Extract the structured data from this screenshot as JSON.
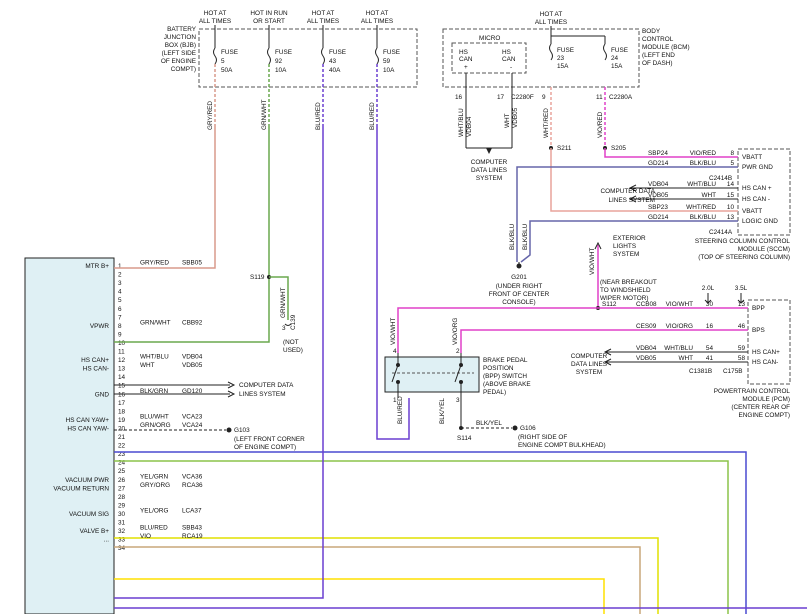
{
  "fuse_panel": {
    "bjb_title_lines": [
      "BATTERY",
      "JUNCTION",
      "BOX (BJB)",
      "(LEFT SIDE",
      "OF ENGINE",
      "COMPT)"
    ],
    "fuses": [
      {
        "header": [
          "HOT AT",
          "ALL TIMES"
        ],
        "label": [
          "FUSE",
          "5",
          "50A"
        ],
        "wire_color": "GRY/RED"
      },
      {
        "header": [
          "HOT IN RUN",
          "OR START"
        ],
        "label": [
          "FUSE",
          "92",
          "10A"
        ],
        "wire_color": "GRN/WHT"
      },
      {
        "header": [
          "HOT AT",
          "ALL TIMES"
        ],
        "label": [
          "FUSE",
          "43",
          "40A"
        ],
        "wire_color": "BLU/RED"
      },
      {
        "header": [
          "HOT AT",
          "ALL TIMES"
        ],
        "label": [
          "FUSE",
          "59",
          "10A"
        ],
        "wire_color": "BLU/RED"
      }
    ]
  },
  "bcm": {
    "header": [
      "HOT AT",
      "ALL TIMES"
    ],
    "title_lines": [
      "BODY",
      "CONTROL",
      "MODULE (BCM)",
      "(LEFT END",
      "OF DASH)"
    ],
    "micro_label": "MICRO",
    "hs_can_plus": [
      "HS",
      "CAN"
    ],
    "hs_can_minus": [
      "HS",
      "CAN"
    ],
    "plus_sign": "+",
    "minus_sign": "-",
    "fuse23": [
      "FUSE",
      "23",
      "15A"
    ],
    "fuse24": [
      "FUSE",
      "24",
      "15A"
    ],
    "pins": [
      "16",
      "17",
      "9",
      "11"
    ],
    "conn_f": "C2280F",
    "conn_a": "C2280A",
    "wire_labels": [
      "WHT/BLU",
      "VDB04",
      "WHT",
      "VDB05",
      "WHT/RED",
      "VIO/RED"
    ],
    "lines_system": [
      "COMPUTER",
      "DATA LINES",
      "SYSTEM"
    ],
    "splices": [
      "S211",
      "S205"
    ]
  },
  "sccm": {
    "rows": [
      {
        "circuit": "SBP24",
        "color": "VIO/RED",
        "pin": "8",
        "name": "VBATT"
      },
      {
        "circuit": "GD214",
        "color": "BLK/BLU",
        "pin": "5",
        "name": "PWR GND"
      },
      {
        "circuit": "VDB04",
        "color": "WHT/BLU",
        "pin": "14",
        "name": "HS CAN +"
      },
      {
        "circuit": "VDB05",
        "color": "WHT",
        "pin": "15",
        "name": "HS CAN -"
      },
      {
        "circuit": "SBP23",
        "color": "WHT/RED",
        "pin": "10",
        "name": "VBATT"
      },
      {
        "circuit": "GD214",
        "color": "BLK/BLU",
        "pin": "13",
        "name": "LOGIC GND"
      }
    ],
    "conn_b": "C2414B",
    "conn_a": "C2414A",
    "data_lines": [
      "COMPUTER DATA",
      "LINES SYSTEM"
    ],
    "title_lines": [
      "STEERING COLUMN CONTROL",
      "MODULE (SCCM)",
      "(TOP OF STEERING COLUMN)"
    ],
    "ground_wires": [
      "BLK/BLU",
      "BLK/BLU"
    ],
    "ground": "G201",
    "ground_desc": [
      "(UNDER RIGHT",
      "FRONT OF CENTER",
      "CONSOLE)"
    ]
  },
  "exterior": {
    "label": [
      "EXTERIOR",
      "LIGHTS",
      "SYSTEM"
    ],
    "wire": "VIO/WHT",
    "splice": "S112",
    "note": [
      "(NEAR BREAKOUT",
      "TO WINDSHIELD",
      "WIPER MOTOR)"
    ]
  },
  "pcm": {
    "engine_a": "2.0L",
    "engine_b": "3.5L",
    "rows": [
      {
        "circuit": "CCB08",
        "color": "VIO/WHT",
        "pin_a": "30",
        "pin_b": "13",
        "name": "BPP"
      },
      {
        "circuit": "CES09",
        "color": "VIO/ORG",
        "pin_a": "16",
        "pin_b": "46",
        "name": "BPS"
      },
      {
        "circuit": "VDB04",
        "color": "WHT/BLU",
        "pin_a": "54",
        "pin_b": "59",
        "name": "HS CAN+"
      },
      {
        "circuit": "VDB05",
        "color": "WHT",
        "pin_a": "41",
        "pin_b": "58",
        "name": "HS CAN-"
      }
    ],
    "conn_a": "C1381B",
    "conn_b": "C175B",
    "data_lines": [
      "COMPUTER",
      "DATA LINES",
      "SYSTEM"
    ],
    "title_lines": [
      "POWERTRAIN CONTROL",
      "MODULE (PCM)",
      "(CENTER REAR OF",
      "ENGINE COMPT)"
    ]
  },
  "bpp": {
    "wire_left": "VIO/WHT",
    "wire_right": "VIO/ORG",
    "pin_top_left": "4",
    "pin_top_right": "2",
    "pin_bot_left": "1",
    "pin_bot_right": "3",
    "title_lines": [
      "BRAKE PEDAL",
      "POSITION",
      "(BPP) SWITCH",
      "(ABOVE BRAKE",
      "PEDAL)"
    ],
    "wire_bot_left": "BLU/RED",
    "wire_bot_right": "BLK/YEL",
    "splice": "S114",
    "ground_wire": "BLK/YEL",
    "ground": "G106",
    "ground_desc": [
      "(RIGHT SIDE OF",
      "ENGINE COMPT BULKHEAD)"
    ]
  },
  "left_module": {
    "pin_labels": {
      "1": "MTR B+",
      "8": "VPWR",
      "12": "HS CAN+",
      "13": "HS CAN-",
      "16": "GND",
      "19": "HS CAN YAW+",
      "20": "HS CAN YAW-",
      "26": "VACUUM PWR",
      "27": "VACUUM RETURN",
      "30": "VACUUM SIG",
      "32": "VALVE B+",
      "33": "..."
    },
    "wires": [
      {
        "pin": "1",
        "color": "GRY/RED",
        "circuit": "SBB05"
      },
      {
        "pin": "8",
        "color": "GRN/WHT",
        "circuit": "CBB92"
      },
      {
        "pin": "12",
        "color": "WHT/BLU",
        "circuit": "VDB04"
      },
      {
        "pin": "13",
        "color": "WHT",
        "circuit": "VDB05"
      },
      {
        "pin": "16",
        "color": "BLK/GRN",
        "circuit": "GD120"
      },
      {
        "pin": "19",
        "color": "BLU/WHT",
        "circuit": "VCA23"
      },
      {
        "pin": "20",
        "color": "GRN/ORG",
        "circuit": "VCA24"
      },
      {
        "pin": "26",
        "color": "YEL/GRN",
        "circuit": "VCA36"
      },
      {
        "pin": "27",
        "color": "GRY/ORG",
        "circuit": "RCA36"
      },
      {
        "pin": "30",
        "color": "YEL/ORG",
        "circuit": "LCA37"
      },
      {
        "pin": "32",
        "color": "BLU/RED",
        "circuit": "SBB43"
      },
      {
        "pin": "33",
        "color": "VIO",
        "circuit": "RCA19"
      }
    ],
    "data_lines": [
      "COMPUTER DATA",
      "LINES SYSTEM"
    ],
    "s119": "S119",
    "c139": "C139",
    "c139_pin": "3",
    "c139_wire": "GRN/WHT",
    "not_used": [
      "(NOT",
      "USED)"
    ],
    "g103": "G103",
    "g103_desc": [
      "(LEFT FRONT CORNER",
      "OF ENGINE COMPT)"
    ]
  },
  "colors": {
    "gry_red": "#d99a8c",
    "grn_wht": "#6aa84f",
    "blu_red": "#6a3fd0",
    "vio_red": "#e040c8",
    "wht_red": "#e8a49b",
    "blk_blu": "#6666aa",
    "yel_grn": "#e0e000",
    "grn_org": "#8bc34a",
    "gry_org": "#c9a77a",
    "yel_org": "#ffe000",
    "blu_wht": "#4a4ad0",
    "module_fill": "#dff0f4"
  }
}
